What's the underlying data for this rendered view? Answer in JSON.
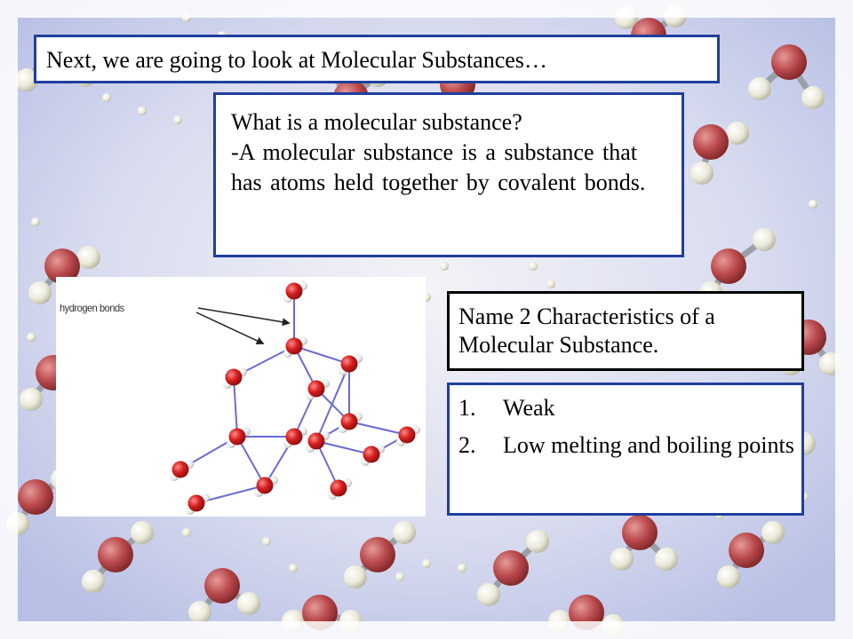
{
  "slide": {
    "title": "Next, we are going to look at Molecular Substances…",
    "question": {
      "heading": "What is a molecular substance?",
      "answer": "-A molecular substance is a substance that has atoms held together by covalent bonds."
    },
    "diagram": {
      "label": "hydrogen bonds"
    },
    "characteristics": {
      "prompt": "Name 2 Characteristics of a Molecular Substance.",
      "items": [
        {
          "number": "1.",
          "text": "Weak"
        },
        {
          "number": "2.",
          "text": "Low melting and boiling points"
        }
      ]
    }
  },
  "colors": {
    "box_border": "#1f3f9e",
    "oxygen": "#cc1f1f",
    "hydrogen": "#f2f2f2",
    "bond": "#6a6ad8",
    "background_blue": "#c9cfea",
    "background_oxygen": "#b9494c",
    "background_hydrogen": "#ebe9d9"
  }
}
